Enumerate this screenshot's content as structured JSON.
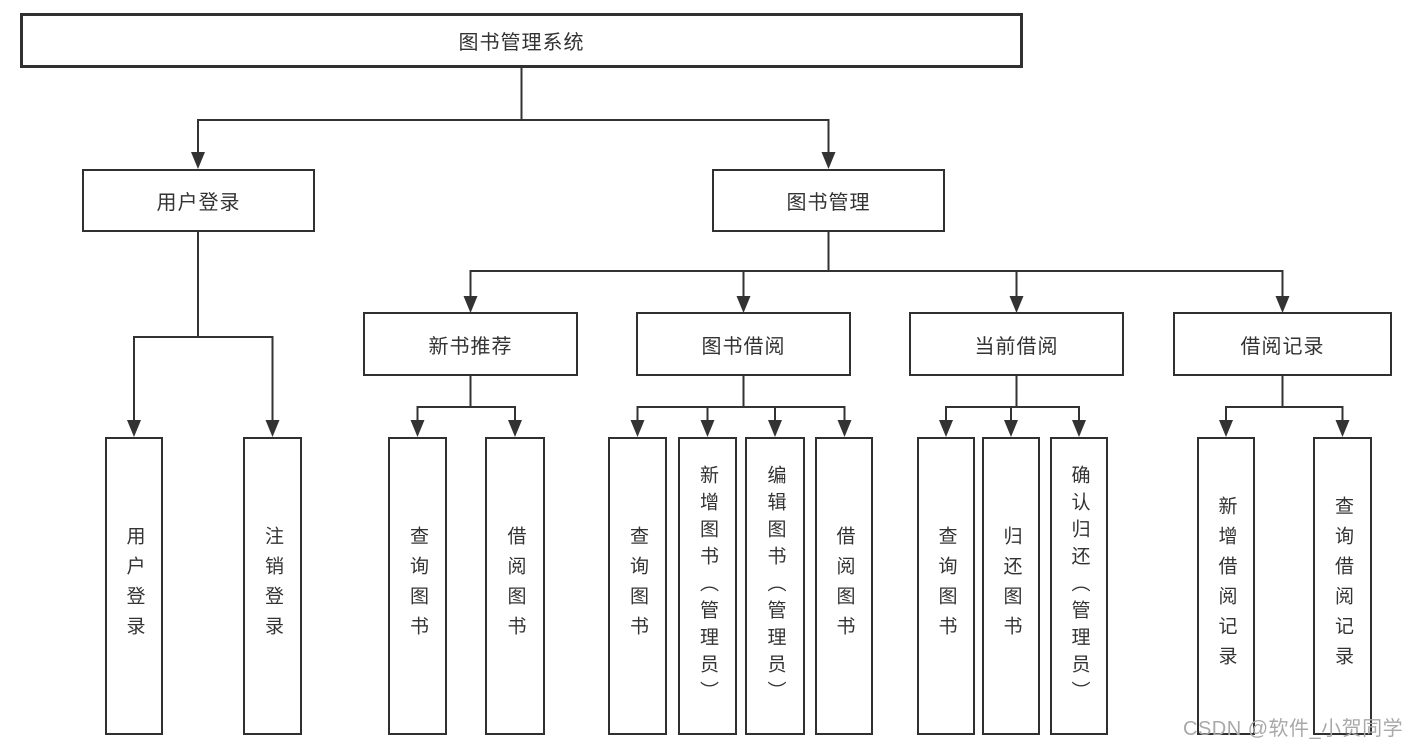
{
  "diagram": {
    "title": "图书管理系统",
    "level2": [
      {
        "label": "用户登录"
      },
      {
        "label": "图书管理"
      }
    ],
    "level3": [
      {
        "label": "新书推荐"
      },
      {
        "label": "图书借阅"
      },
      {
        "label": "当前借阅"
      },
      {
        "label": "借阅记录"
      }
    ],
    "leaves": [
      {
        "label": "用户登录",
        "parent": "用户登录"
      },
      {
        "label": "注销登录",
        "parent": "用户登录"
      },
      {
        "label": "查询图书",
        "parent": "新书推荐"
      },
      {
        "label": "借阅图书",
        "parent": "新书推荐"
      },
      {
        "label": "查询图书",
        "parent": "图书借阅"
      },
      {
        "label": "新增图书（管理员）",
        "parent": "图书借阅"
      },
      {
        "label": "编辑图书（管理员）",
        "parent": "图书借阅"
      },
      {
        "label": "借阅图书",
        "parent": "图书借阅"
      },
      {
        "label": "查询图书",
        "parent": "当前借阅"
      },
      {
        "label": "归还图书",
        "parent": "当前借阅"
      },
      {
        "label": "确认归还（管理员）",
        "parent": "当前借阅"
      },
      {
        "label": "新增借阅记录",
        "parent": "借阅记录"
      },
      {
        "label": "查询借阅记录",
        "parent": "借阅记录"
      }
    ],
    "watermark": "CSDN @软件_小贺同学",
    "colors": {
      "line": "#333333",
      "box_border": "#303030",
      "text": "#333333",
      "watermark": "#a9a9a9",
      "background": "#ffffff"
    }
  }
}
